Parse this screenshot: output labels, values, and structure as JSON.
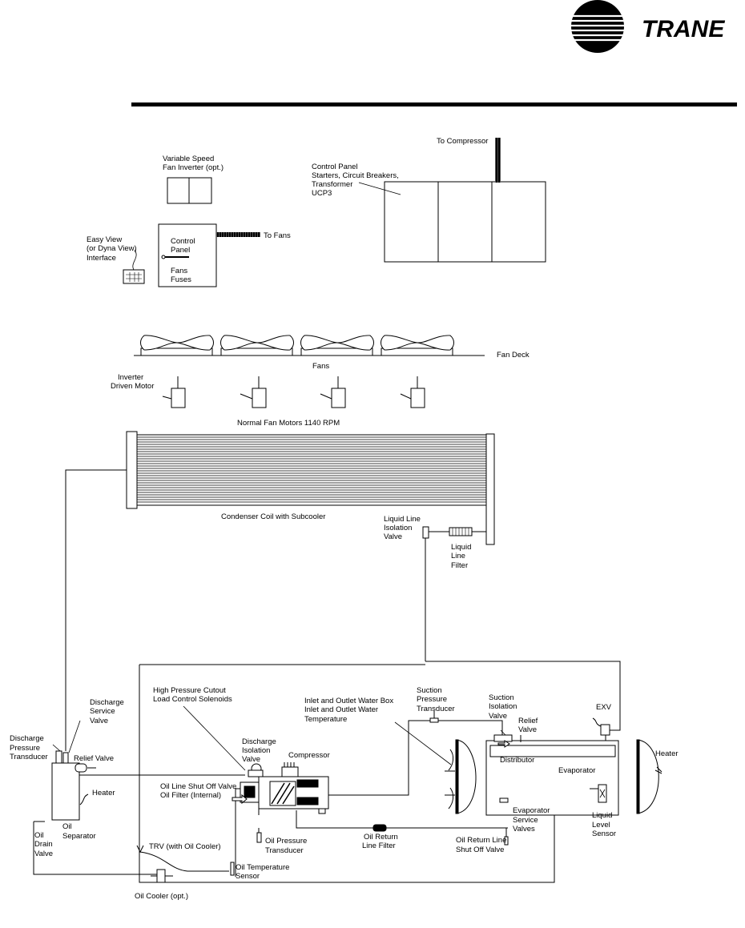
{
  "brand": {
    "name": "TRANE",
    "color": "#000000"
  },
  "labels": {
    "vsfi": [
      "Variable Speed",
      "Fan Inverter (opt.)"
    ],
    "control_panel_main": [
      "Control Panel",
      "Starters, Circuit Breakers,",
      "Transformer",
      "UCP3"
    ],
    "to_compressor": "To Compressor",
    "easy_view": [
      "Easy View",
      "(or Dyna View)",
      "Interface"
    ],
    "fan_control_panel": [
      "Control",
      "Panel"
    ],
    "fans_fuses": [
      "Fans",
      "Fuses"
    ],
    "to_fans": "To Fans",
    "fan_deck": "Fan Deck",
    "fans": "Fans",
    "inverter_motor": [
      "Inverter",
      "Driven Motor"
    ],
    "normal_motors": "Normal Fan Motors 1140 RPM",
    "condenser": "Condenser Coil with Subcooler",
    "liquid_line_isolation": [
      "Liquid Line",
      "Isolation",
      "Valve"
    ],
    "liquid_line_filter": [
      "Liquid",
      "Line",
      "Filter"
    ],
    "hp_cutout": [
      "High Pressure Cutout",
      "Load Control Solenoids"
    ],
    "water_box": [
      "Inlet and Outlet Water Box",
      "Inlet and Outlet Water",
      "Temperature"
    ],
    "suction_pt": [
      "Suction",
      "Pressure",
      "Transducer"
    ],
    "suction_iso": [
      "Suction",
      "Isolation",
      "Valve"
    ],
    "exv": "EXV",
    "relief_right": [
      "Relief",
      "Valve"
    ],
    "discharge_service": [
      "Discharge",
      "Service",
      "Valve"
    ],
    "discharge_pt": [
      "Discharge",
      "Pressure",
      "Transducer"
    ],
    "relief_left": "Relief Valve",
    "discharge_iso": [
      "Discharge",
      "Isolation",
      "Valve"
    ],
    "compressor": "Compressor",
    "distributor": "Distributor",
    "evaporator": "Evaporator",
    "heater_right": "Heater",
    "oil_shutoff": [
      "Oil Line Shut Off Valve",
      "Oil Filter (Internal)"
    ],
    "heater_left": "Heater",
    "oil_separator": [
      "Oil",
      "Separator"
    ],
    "oil_drain": [
      "Oil",
      "Drain",
      "Valve"
    ],
    "trv": "TRV (with Oil Cooler)",
    "oil_pt": [
      "Oil Pressure",
      "Transducer"
    ],
    "oil_return_filter": [
      "Oil Return",
      "Line Filter"
    ],
    "oil_return_shutoff": [
      "Oil Return Line",
      "Shut Off Valve"
    ],
    "evap_service": [
      "Evaporator",
      "Service",
      "Valves"
    ],
    "liquid_level": [
      "Liquid",
      "Level",
      "Sensor"
    ],
    "oil_temp": [
      "Oil Temperature",
      "Sensor"
    ],
    "oil_cooler": "Oil Cooler (opt.)"
  }
}
